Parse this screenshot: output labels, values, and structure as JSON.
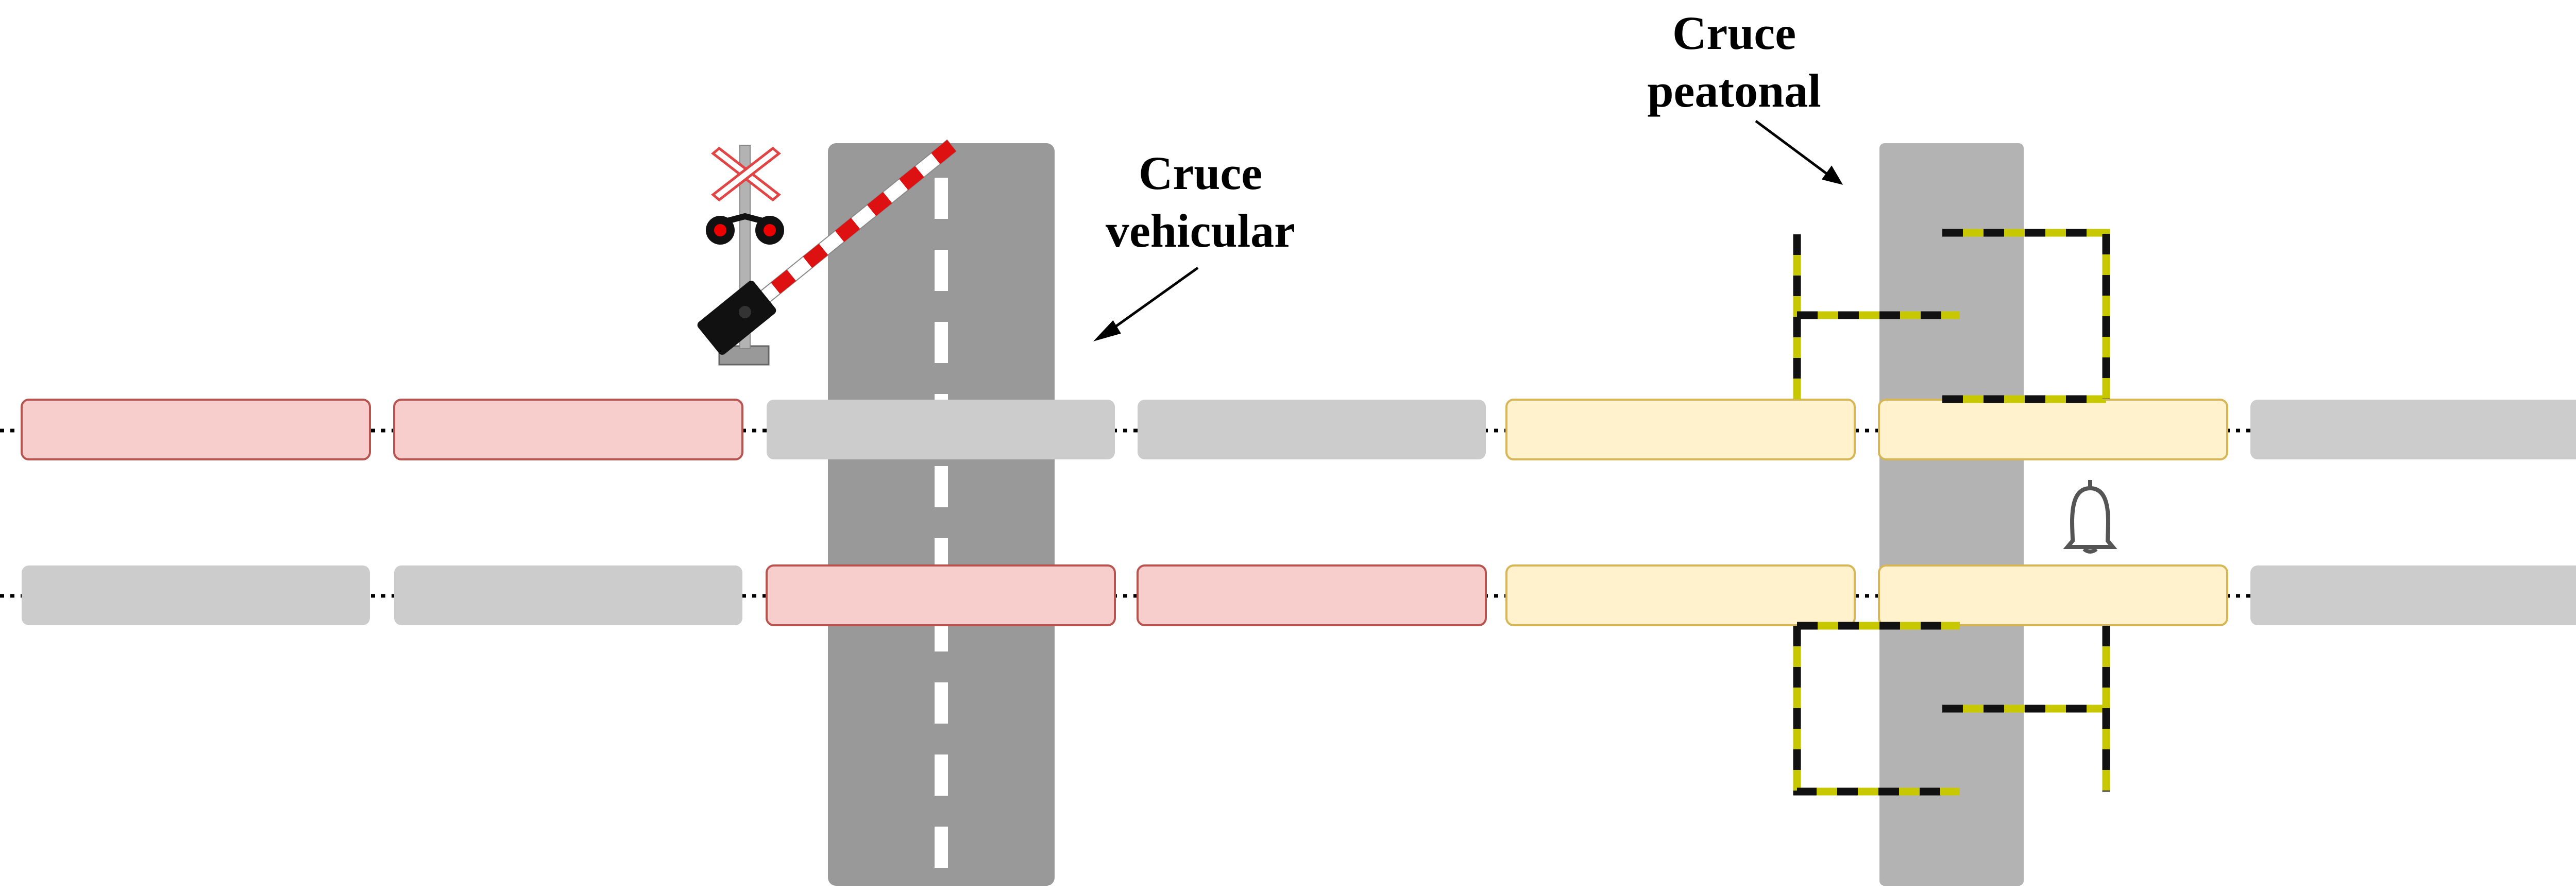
{
  "labels": {
    "vehicular_line1": "Cruce",
    "vehicular_line2": "vehicular",
    "pedestrian_line1": "Cruce",
    "pedestrian_line2": "peatonal"
  },
  "colors": {
    "occupied_fill": "#f8cecc",
    "occupied_stroke": "#b85450",
    "free_fill": "#cccccc",
    "warning_fill": "#fff2cc",
    "warning_stroke": "#d6b656",
    "road_dark": "#999999",
    "walkway": "#b3b3b3",
    "lane_marking": "#ffffff",
    "barrier_red": "#dd1111",
    "fence_yellow": "#c8c800",
    "fence_black": "#111111"
  },
  "icons": {
    "crossing_sign": "saint-andrews-cross-icon",
    "signal_lights": "traffic-signal-icon",
    "barrier": "level-crossing-barrier-icon",
    "bell": "bell-icon"
  },
  "tracks": [
    {
      "name": "track-upper",
      "cars": [
        "occupied",
        "occupied",
        "free",
        "free",
        "warning",
        "warning",
        "free"
      ]
    },
    {
      "name": "track-lower",
      "cars": [
        "free",
        "free",
        "occupied",
        "occupied",
        "warning",
        "warning",
        "free"
      ]
    }
  ]
}
